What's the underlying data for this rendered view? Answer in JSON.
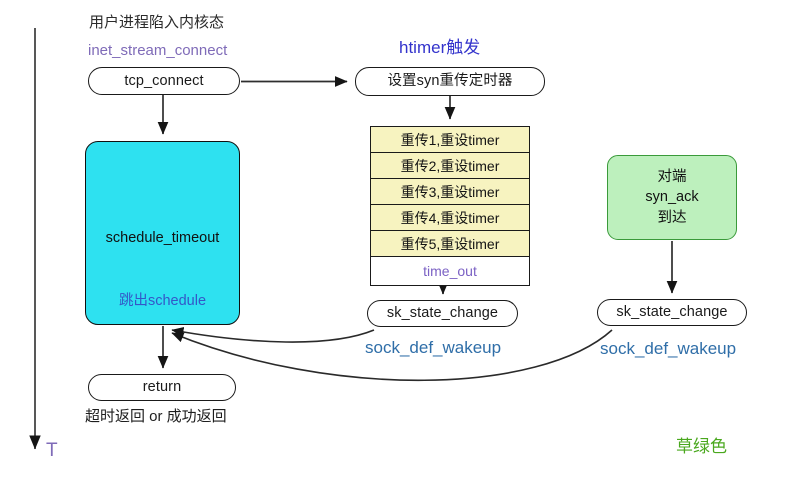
{
  "diagram": {
    "title_note": "用户进程陷入内核态",
    "time_axis_label": "T",
    "green_legend": "草绿色",
    "annotations": {
      "inet_stream_connect": "inet_stream_connect",
      "htimer_trigger": "htimer触发",
      "sock_def_wakeup_left": "sock_def_wakeup",
      "sock_def_wakeup_right": "sock_def_wakeup",
      "return_note": "超时返回 or 成功返回"
    },
    "nodes": {
      "tcp_connect": "tcp_connect",
      "set_syn_timer": "设置syn重传定时器",
      "schedule_timeout": "schedule_timeout",
      "jump_out_schedule": "跳出schedule",
      "peer_syn_ack": [
        "对端",
        "syn_ack",
        "到达"
      ],
      "sk_state_change_left": "sk_state_change",
      "sk_state_change_right": "sk_state_change",
      "return": "return"
    },
    "retransmit_table": {
      "rows": [
        "重传1,重设timer",
        "重传2,重设timer",
        "重传3,重设timer",
        "重传4,重设timer",
        "重传5,重设timer"
      ],
      "timeout_row": "time_out"
    },
    "colors": {
      "schedule_box": "#2ee1f0",
      "retransmit_row": "#f7f3c0",
      "peer_box": "#bdf0bd",
      "peer_border": "#3a9a3a",
      "purple_text": "#7f6bb8",
      "blue_text": "#3333cc",
      "steel_blue_text": "#2f6ea8",
      "green_text": "#4aa81e"
    }
  }
}
